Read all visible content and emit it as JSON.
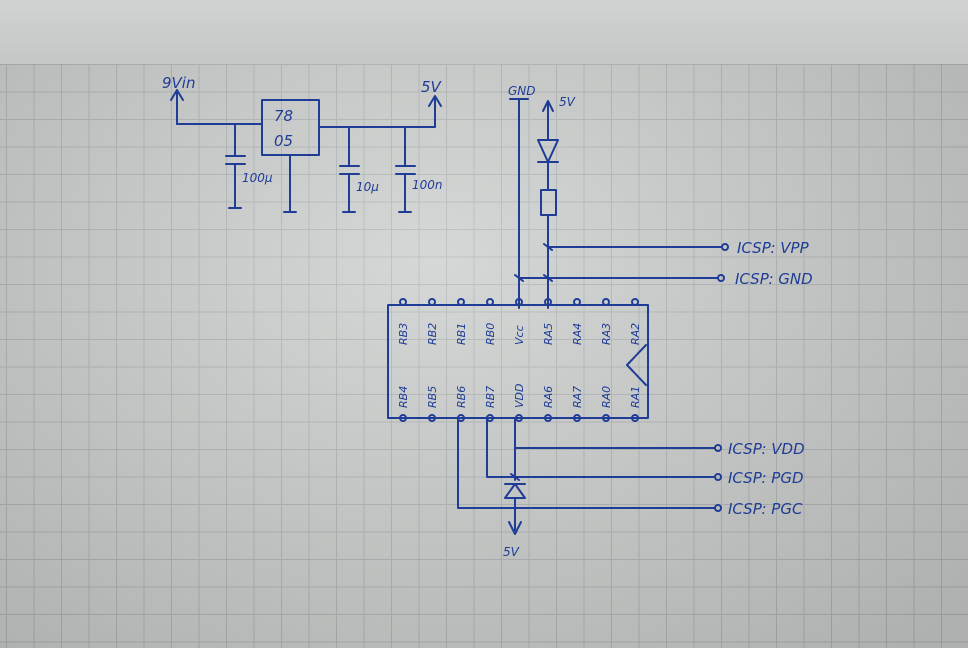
{
  "regulator": {
    "top": "78",
    "bottom": "05"
  },
  "labels": {
    "vin": "9Vin",
    "fivev_reg": "5V",
    "c1": "100μ",
    "c2": "10μ",
    "c3": "100n",
    "gnd": "GND",
    "fivev_top": "5V",
    "fivev_bottom": "5V"
  },
  "icsp": {
    "vpp": "ICSP: VPP",
    "gnd": "ICSP: GND",
    "vdd": "ICSP: VDD",
    "pgd": "ICSP: PGD",
    "pgc": "ICSP: PGC"
  },
  "chip": {
    "top_pins": [
      "RB3",
      "RB2",
      "RB1",
      "RB0",
      "Vcc",
      "RA5",
      "RA4",
      "RA3",
      "RA2"
    ],
    "bottom_pins": [
      "RB4",
      "RB5",
      "RB6",
      "RB7",
      "VDD",
      "RA6",
      "RA7",
      "RA0",
      "RA1"
    ]
  },
  "colors": {
    "ink": "#1f3c96",
    "grid": "#a9aeb0",
    "paper": "#c6c9c7"
  }
}
